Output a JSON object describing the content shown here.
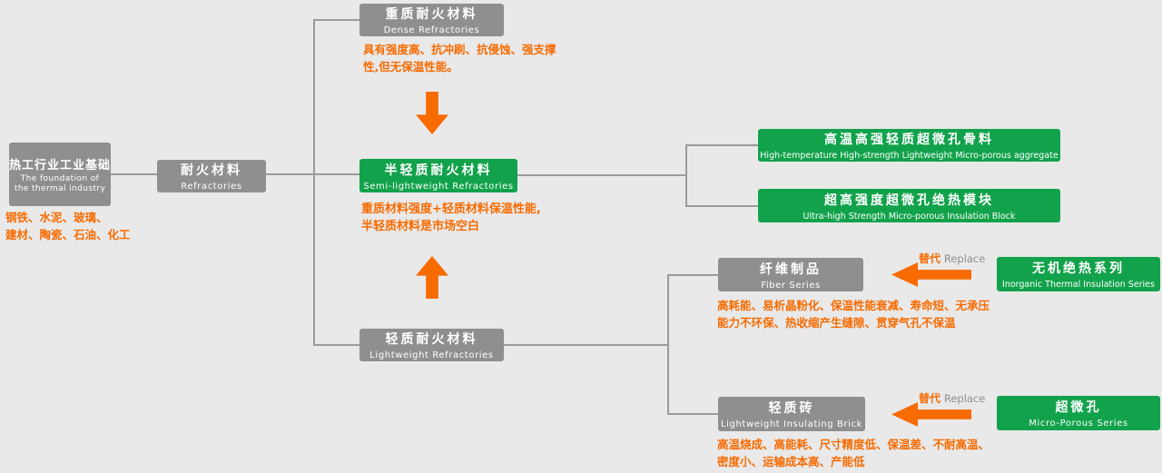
{
  "colors": {
    "background": "#e9e9e9",
    "gray_box": "#8f8f8f",
    "green_box": "#12a24b",
    "orange": "#f76b01",
    "connector": "#9b9b9b"
  },
  "nodes": {
    "foundation": {
      "title": "热工行业工业基础",
      "subtitle_line1": "The foundation of",
      "subtitle_line2": "the thermal industry"
    },
    "refractories": {
      "title": "耐火材料",
      "subtitle": "Refractories"
    },
    "dense": {
      "title": "重质耐火材料",
      "subtitle": "Dense Refractories"
    },
    "semi": {
      "title": "半轻质耐火材料",
      "subtitle": "Semi-lightweight Refractories"
    },
    "lightweight": {
      "title": "轻质耐火材料",
      "subtitle": "Lightweight Refractories"
    },
    "aggregate": {
      "title": "高温高强轻质超微孔骨料",
      "subtitle": "High-temperature High-strength Lightweight Micro-porous aggregate"
    },
    "insulation_block": {
      "title": "超高强度超微孔绝热模块",
      "subtitle": "Ultra-high Strength Micro-porous Insulation Block"
    },
    "fiber": {
      "title": "纤维制品",
      "subtitle": "Fiber Series"
    },
    "inorganic": {
      "title": "无机绝热系列",
      "subtitle": "Inorganic Thermal Insulation Series"
    },
    "brick": {
      "title": "轻质砖",
      "subtitle": "Lightweight Insulating Brick"
    },
    "microporous": {
      "title": "超微孔",
      "subtitle": "Micro-Porous Series"
    }
  },
  "notes": {
    "foundation": {
      "line1": "钢铁、水泥、玻璃、",
      "line2": "建材、陶瓷、石油、化工"
    },
    "dense": {
      "line1": "具有强度高、抗冲刷、抗侵蚀、强支撑",
      "line2": "性,但无保温性能。"
    },
    "semi": {
      "line1": "重质材料强度+轻质材料保温性能,",
      "line2": "半轻质材料是市场空白"
    },
    "fiber": {
      "line1": "高耗能、易析晶粉化、保温性能衰减、寿命短、无承压",
      "line2": "能力不环保、热收缩产生缝隙、贯穿气孔不保温"
    },
    "brick": {
      "line1": "高温烧成、高能耗、尺寸精度低、保温差、不耐高温、",
      "line2": "密度小、运输成本高、产能低"
    }
  },
  "replace": {
    "zh": "替代",
    "en": "Replace"
  }
}
